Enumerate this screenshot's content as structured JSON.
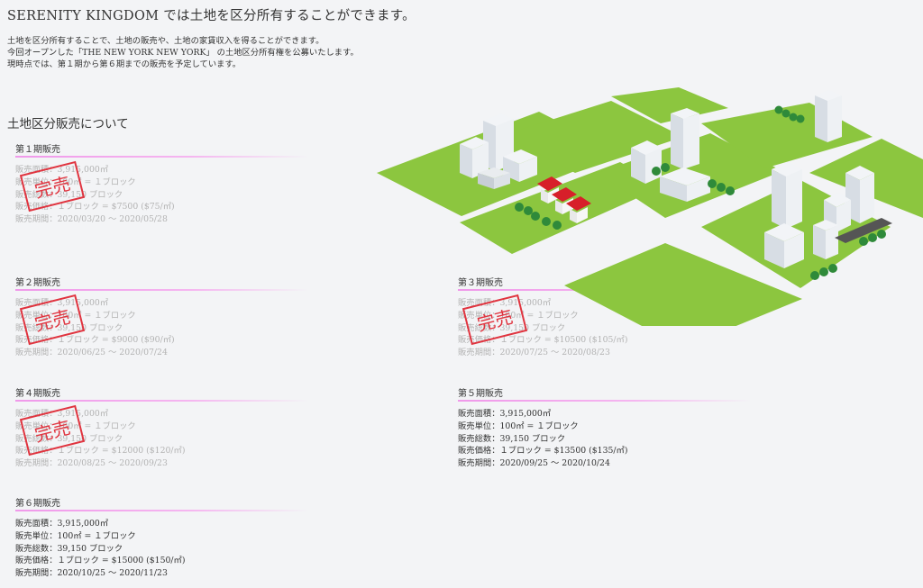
{
  "page": {
    "title": "SERENITY KINGDOM では土地を区分所有することができます。",
    "intro": [
      "土地を区分所有することで、土地の販売や、土地の家賃収入を得ることができます。",
      "今回オープンした「THE NEW YORK NEW YORK」 の土地区分所有権を公募いたします。",
      "現時点では、第１期から第６期までの販売を予定しています。"
    ],
    "section_title": "土地区分販売について",
    "sold_stamp": "完売"
  },
  "periods": [
    {
      "heading": "第１期販売",
      "area": "販売面積：3,915,000㎡",
      "unit": "販売単位：100㎡ = １ブロック",
      "total": "販売総数：39,150 ブロック",
      "price": "販売価格：１ブロック = $7500 ($75/㎡)",
      "term": "販売期間：2020/03/20 〜 2020/05/28"
    },
    {
      "heading": "第２期販売",
      "area": "販売面積：3,915,000㎡",
      "unit": "販売単位：100㎡ = １ブロック",
      "total": "販売総数：39,150 ブロック",
      "price": "販売価格：１ブロック = $9000 ($90/㎡)",
      "term": "販売期間：2020/06/25 〜 2020/07/24"
    },
    {
      "heading": "第３期販売",
      "area": "販売面積：3,915,000㎡",
      "unit": "販売単位：100㎡ = １ブロック",
      "total": "販売総数：39,150 ブロック",
      "price": "販売価格：１ブロック = $10500 ($105/㎡)",
      "term": "販売期間：2020/07/25 〜 2020/08/23"
    },
    {
      "heading": "第４期販売",
      "area": "販売面積：3,915,000㎡",
      "unit": "販売単位：100㎡ = １ブロック",
      "total": "販売総数：39,150 ブロック",
      "price": "販売価格：１ブロック = $12000 ($120/㎡)",
      "term": "販売期間：2020/08/25 〜 2020/09/23"
    },
    {
      "heading": "第５期販売",
      "area": "販売面積：3,915,000㎡",
      "unit": "販売単位：100㎡ = １ブロック",
      "total": "販売総数：39,150 ブロック",
      "price": "販売価格：１ブロック = $13500 ($135/㎡)",
      "term": "販売期間：2020/09/25 〜 2020/10/24"
    },
    {
      "heading": "第６期販売",
      "area": "販売面積：3,915,000㎡",
      "unit": "販売単位：100㎡ = １ブロック",
      "total": "販売総数：39,150 ブロック",
      "price": "販売価格：１ブロック = $15000 ($150/㎡)",
      "term": "販売期間：2020/10/25 〜 2020/11/23"
    }
  ],
  "colors": {
    "accent_bar": "#f099ea",
    "stamp_red": "#e0343f",
    "land_green": "#8cc63f",
    "road": "#ffffff"
  }
}
